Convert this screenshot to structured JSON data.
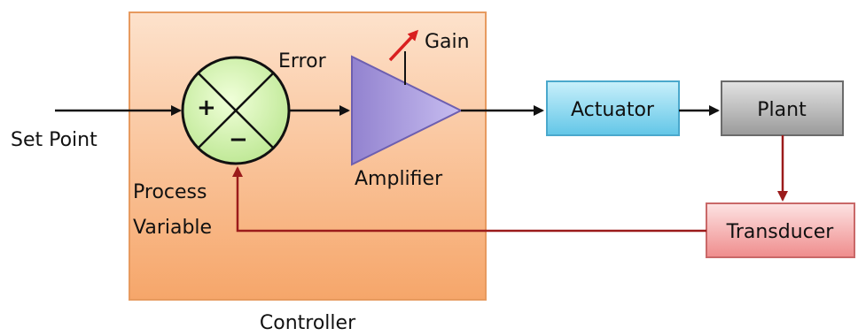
{
  "diagram": {
    "controller_label": "Controller",
    "set_point_label": "Set Point",
    "error_label": "Error",
    "gain_label": "Gain",
    "amplifier_label": "Amplifier",
    "process_variable_line1": "Process",
    "process_variable_line2": "Variable",
    "actuator_label": "Actuator",
    "plant_label": "Plant",
    "transducer_label": "Transducer",
    "summing_plus": "+",
    "summing_minus": "−"
  },
  "colors": {
    "controller_fill": "#fbbf8f",
    "controller_border": "#e79a5f",
    "summing_fill": "#d7f3b5",
    "amplifier_fill": "#a99ad9",
    "amplifier_border": "#6d5fb0",
    "actuator_fill": "#8fd8f0",
    "actuator_border": "#4aa8cc",
    "plant_fill": "#b9b9b9",
    "plant_border": "#6b6b6b",
    "transducer_fill": "#f4a6a6",
    "transducer_border": "#c96868",
    "feedback_line": "#9b1b1b",
    "forward_line": "#111111",
    "gain_arrow": "#d92020"
  }
}
